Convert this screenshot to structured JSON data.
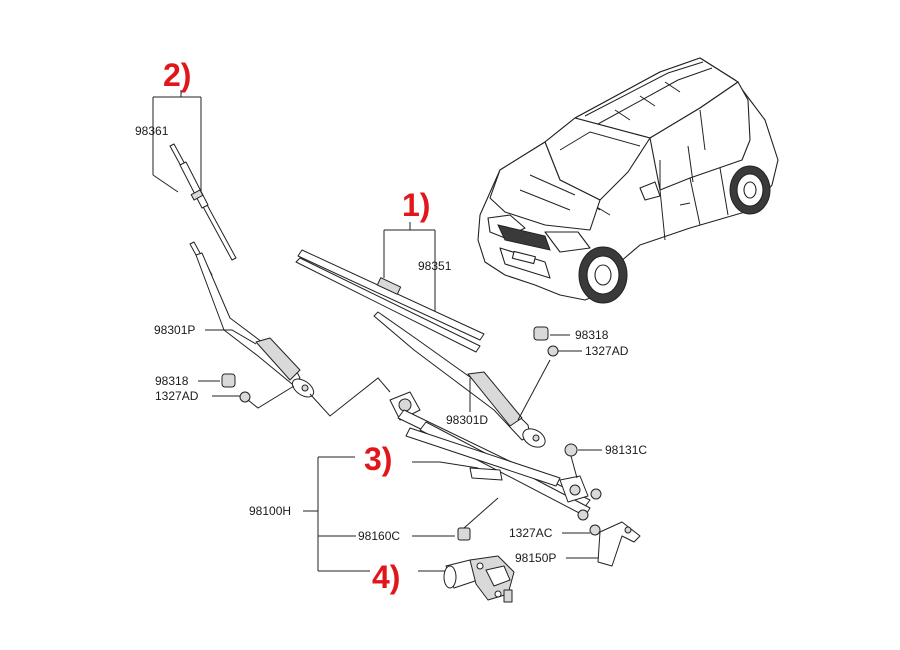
{
  "callouts": {
    "c1": "1)",
    "c2": "2)",
    "c3": "3)",
    "c4": "4)"
  },
  "parts": {
    "p98361": "98361",
    "p98351": "98351",
    "p98301P": "98301P",
    "p98301D": "98301D",
    "p98318_left": "98318",
    "p1327AD_left": "1327AD",
    "p98318_right": "98318",
    "p1327AD_right": "1327AD",
    "p98131C": "98131C",
    "p98100H": "98100H",
    "p98160C": "98160C",
    "p1327AC": "1327AC",
    "p98150P": "98150P"
  },
  "colors": {
    "callout": "#e0161b",
    "line": "#222222"
  }
}
